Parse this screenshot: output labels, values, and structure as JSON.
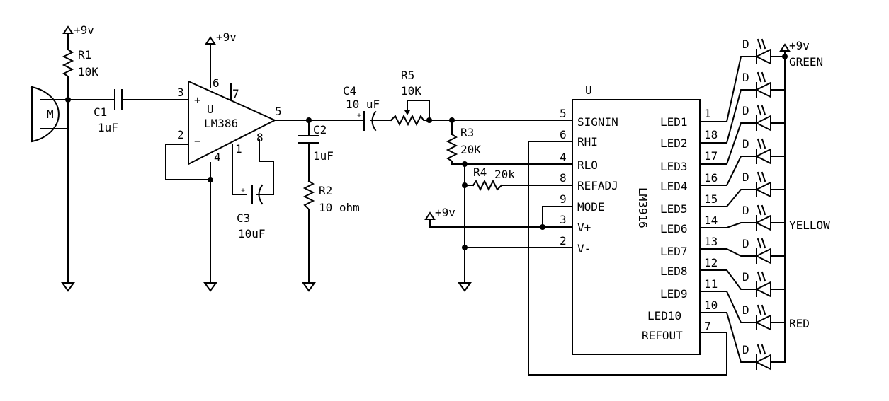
{
  "supply": {
    "label": "+9v"
  },
  "mic": {
    "label": "M"
  },
  "r1": {
    "name": "R1",
    "value": "10K"
  },
  "c1": {
    "name": "C1",
    "value": "1uF"
  },
  "amp": {
    "name": "LM386",
    "ref": "U",
    "pins": {
      "p2": "2",
      "p3": "3",
      "p4": "4",
      "p5": "5",
      "p6": "6",
      "p7": "7",
      "p8": "8",
      "p1": "1"
    },
    "plus": "+",
    "minus": "−"
  },
  "c3": {
    "name": "C3",
    "value": "10uF"
  },
  "c2": {
    "name": "C2",
    "value": "1uF"
  },
  "r2": {
    "name": "R2",
    "value": "10 ohm"
  },
  "c4": {
    "name": "C4",
    "value": "10  uF"
  },
  "r5": {
    "name": "R5",
    "value": "10K"
  },
  "r3": {
    "name": "R3",
    "value": "20K"
  },
  "r4": {
    "name": "R4",
    "value": "20k"
  },
  "ic": {
    "ref": "U",
    "name": "LM3916",
    "left_pins": [
      {
        "num": "5",
        "label": "SIGNIN"
      },
      {
        "num": "6",
        "label": "RHI"
      },
      {
        "num": "4",
        "label": "RLO"
      },
      {
        "num": "8",
        "label": "REFADJ"
      },
      {
        "num": "9",
        "label": "MODE"
      },
      {
        "num": "3",
        "label": "V+"
      },
      {
        "num": "2",
        "label": "V-"
      }
    ],
    "right_pins": [
      {
        "num": "1",
        "label": "LED1"
      },
      {
        "num": "18",
        "label": "LED2"
      },
      {
        "num": "17",
        "label": "LED3"
      },
      {
        "num": "16",
        "label": "LED4"
      },
      {
        "num": "15",
        "label": "LED5"
      },
      {
        "num": "14",
        "label": "LED6"
      },
      {
        "num": "13",
        "label": "LED7"
      },
      {
        "num": "12",
        "label": "LED8"
      },
      {
        "num": "11",
        "label": "LED9"
      },
      {
        "num": "10",
        "label": "LED10"
      },
      {
        "num": "7",
        "label": "REFOUT"
      }
    ]
  },
  "leds": {
    "label": "D",
    "colors": [
      "GREEN",
      "YELLOW",
      "RED"
    ]
  }
}
